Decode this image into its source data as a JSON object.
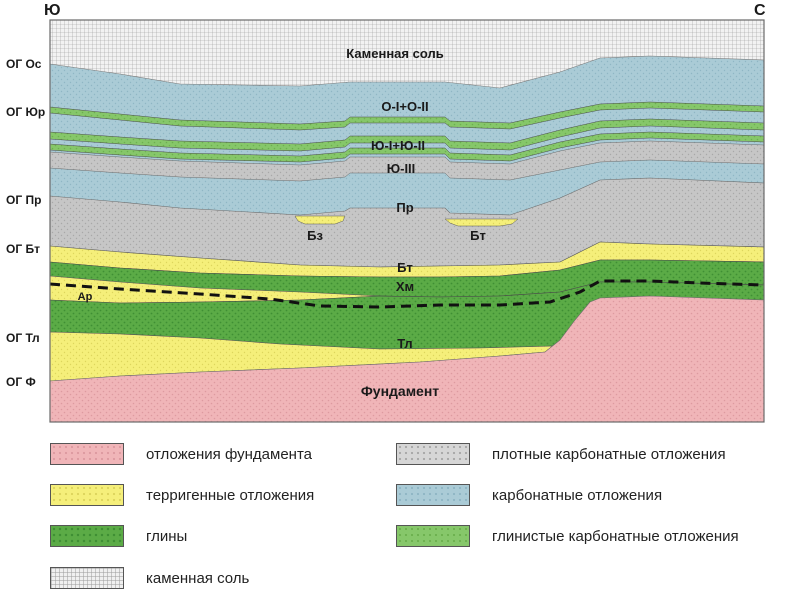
{
  "orientation": {
    "left": "Ю",
    "right": "С"
  },
  "horizons": [
    "ОГ Ос",
    "ОГ Юр",
    "ОГ Пр",
    "ОГ Бт",
    "ОГ Тл",
    "ОГ Ф"
  ],
  "layers": {
    "salt": "Каменная соль",
    "o": "О-I+О-II",
    "yu12": "Ю-I+Ю-II",
    "yu3": "Ю-III",
    "pr": "Пр",
    "bz": "Бз",
    "bt_lens": "Бт",
    "bt": "Бт",
    "hm": "Хм",
    "ar": "Ар",
    "tl": "Тл",
    "fund": "Фундамент"
  },
  "legend": [
    {
      "label": "отложения фундамента",
      "color": "#f0b5b8",
      "icon": "dotted-pink-swatch"
    },
    {
      "label": "плотные карбонатные отложения",
      "color": "#c6c6c6",
      "icon": "grey-swatch"
    },
    {
      "label": "терригенные отложения",
      "color": "#f5ef7a",
      "icon": "yellow-swatch"
    },
    {
      "label": "карбонатные отложения",
      "color": "#aacbd6",
      "icon": "blue-swatch"
    },
    {
      "label": "глины",
      "color": "#5bab46",
      "icon": "green-swatch"
    },
    {
      "label": "глинистые карбонатные отложения",
      "color": "#86c76a",
      "icon": "light-green-swatch"
    },
    {
      "label": "каменная соль",
      "color": "#d8d8d8",
      "icon": "salt-swatch"
    }
  ]
}
